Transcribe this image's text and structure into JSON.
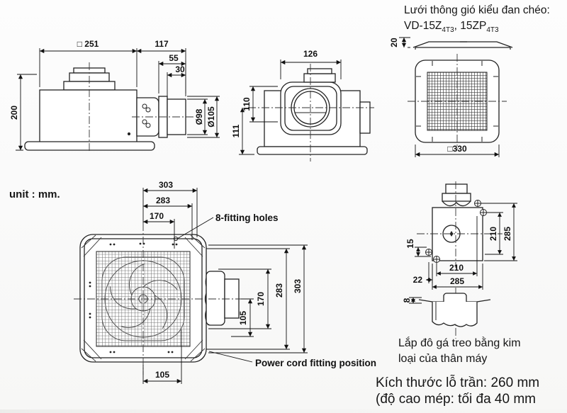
{
  "title": {
    "line1": "Lưới thông gió kiểu đan chéo:",
    "model_prefix": "VD-15Z",
    "model_sub1": "4T3",
    "model_mid": ", 15ZP",
    "model_sub2": "4T3"
  },
  "unit_note": "unit : mm.",
  "side_view": {
    "dims": {
      "body_width": "□ 251",
      "duct_length": "117",
      "coupling": "55",
      "pipe_len": "30",
      "body_height": "200",
      "pipe_inner": "Ø98",
      "pipe_outer": "Ø105"
    }
  },
  "back_view": {
    "dims": {
      "adapter_width": "126",
      "upper_height": "110",
      "lower_height": "111"
    }
  },
  "grille_view": {
    "dims": {
      "thickness": "20",
      "size": "□330"
    }
  },
  "bottom_view": {
    "dims": {
      "top_303": "303",
      "top_283": "283",
      "top_170": "170",
      "right_105": "105",
      "right_170": "170",
      "right_283": "283",
      "right_303": "303",
      "bottom_105": "105"
    },
    "labels": {
      "fitting_holes": "8-fitting holes",
      "power_cord": "Power cord fitting position"
    }
  },
  "top_view": {
    "dims": {
      "right_210": "210",
      "right_285": "285",
      "left_15": "15",
      "left_22": "22",
      "bottom_210": "210",
      "bottom_285": "285",
      "bracket_8": "8"
    }
  },
  "notes": {
    "bracket_line1": "Lắp đô gá treo bằng kim",
    "bracket_line2": "loại của thân máy",
    "ceiling_line1": "Kích thước lỗ trần: 260 mm",
    "ceiling_line2": "(độ cao mép: tối đa 40 mm"
  }
}
